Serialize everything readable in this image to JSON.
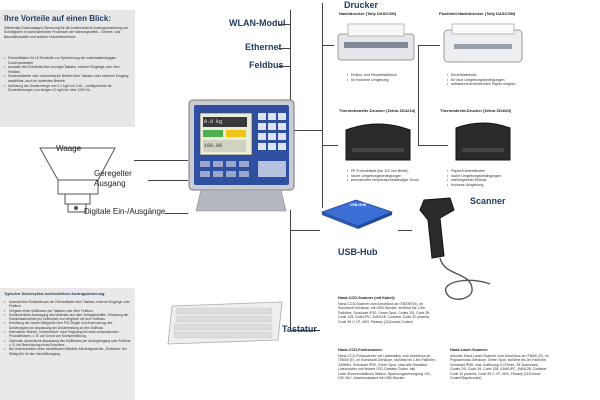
{
  "benefits": {
    "title": "Ihre Vorteile auf einen Blick:",
    "intro": "Differential-Dosierwaagen-Steuerung für die kontinuierliche Austragsdosierung von Schüttgütern in kontinuierlichen Prozessen der Nahrungsmittel-, Chemie- und Baustoffindustrie und anderer Industriebereiche.",
    "items": [
      "Rohstoffdaten für 15 Rohstoffe zur Speicherung der materialabhängigen Dosierparameter",
      "Auswahl des Rohstoffs über Anzeige/Tastatur, externe Eingänge oder über Feldbus",
      "Dosiersollwerte oder volumetrische Betrieb über Tastatur oder externen Eingang anwählbar, auch im laufenden Betrieb",
      "Auflösung der Dosiermenge von 0,1 kg/h bis 1 t/h – konfigurierbar für Dosierleistungen von einigen 10 kg/h bis über 1000 t/h."
    ]
  },
  "labels": {
    "wlan": "WLAN-Modul",
    "ethernet": "Ethernet",
    "fieldbus": "Feldbus",
    "scale": "Waage",
    "regulated_output": "Geregelter Ausgang",
    "digital_io": "Digitale Ein-/Ausgänge",
    "keyboard": "Tastatur",
    "usb_hub": "USB-Hub",
    "printer": "Drucker",
    "scanner": "Scanner",
    "usb_box": "USB-HUB"
  },
  "printers": [
    {
      "title": "Nadeldrucker (Tally DASCOM)",
      "bullets": [
        "Endlos- und Einzelblattdruck",
        "für trockene Umgebung"
      ]
    },
    {
      "title": "Flachbett-Nadeldrucker (Tally DASCOM)",
      "bullets": [
        "Einzelblattdruck",
        "für raue Umgebungsbedingungen",
        "selbstdurchschreibendes Papier möglich"
      ]
    },
    {
      "title": "Thermotransfer-Drucker (Zebra ZD421d)",
      "bullets": [
        "PE-Folienetikett (bis 110 mm Breite)",
        "rauhe Umgebungsbedingungen",
        "permanenter temperaturbeständiger Druck"
      ]
    },
    {
      "title": "Thermodirekt-Drucker (Zebra ZD420t)",
      "bullets": [
        "Papier/Klebeetiketten",
        "rauhe Umgebungsbedingungen",
        "wartungsfreier Einsatz",
        "trockene Umgebung"
      ]
    }
  ],
  "scanners": [
    {
      "title": "Hand-CCD-Scanner (mit Kabel):",
      "text": "Hand-CCD-Scanner zum Anschluss an IT8000E(X), im Kunststoff-Gehäuse, mit USB-Stecker, stoßfest bis 1,5m Fallhöhe, Schutzart IP30, Green Spot. Codes 2/5, Code 39, Code 128, EAN/UPC, EAN128, Codabar, Code 32 pharma, Code 39 C.I.P., MSI, Plessey (1D/Linear-Codes)"
    },
    {
      "title": "Hand-CCD-Funkscanner:",
      "text": "Hand-CCD-Funkscanner mit Ladestation zum Anschluss an IT8000 (E), im Kunststoff-Gehäuse, stoßfest bis 1,8m Fallhöhe, 433MHz, Schutzart IP30, Green Spot. Liest alle Standard-Linearcodes und lineare GS1 Databar Codes, inkl. Lade-/Kommunikations-Station, Spannungsversorgung 100 - 240 VAC, Anschlusskabel mit USB-Stecker"
    },
    {
      "title": "Hand-Laser-Scanner:",
      "text": "robuster Hand-Laser-Scanner zum Anschluss an IT8000 (E), im Polycarbonat-Gehäuse, Green Spot, stoßfest bis 2m Fallhöhe, Schutzart IP65, max. Auflösung 0,076mm, 35 Scans/sek., Codes 2/5, Code 39, Code 128, EAN/UPC, EAN128, Codabar, Code 32 pharma, Code 39 C.I.P., MSI, Plessey (1D/Linear-Codes/Stapelcodes)"
    }
  ],
  "typical": {
    "title": "Typischer Dosierzyklus kontinuierliche Austragsdosierung:",
    "items": [
      "Auswahl des Rohstoffs aus der Rohstoffdatei über Tastatur, externe Eingänge oder Feldbus.",
      "Vorgabe eines Sollflusses per Tastatur oder über Feldbus.",
      "Kontinuierliche Austragung des Materials aus dem Vorlagebehälter, Erfassung der Gewichtsabnahme pro Zeiteinheit und Vergleich mit dem Sollfluss.",
      "Ermittlung der neuen Stellgröße über PID-Regler und Ansteuerung des Dosierorgans zur Anpassung der Dosierleistung an den Sollfluss.",
      "Alternativer Betrieb „Volumetrisch“ ohne Regelung bei stark schwankenden Produktflüssen, z. B. auf Grund von Klumpenbildung.",
      "Optionale dynamische Anpassung des Sollflusses per Analogeingang oder Feldbus z. B. bei Beschickung eines Extruders.",
      "Bei Unterschreiten eines einstellbaren Behälter-Mindestgewichts: „Einfahren“ der Stellgröße für den Nachfüllvorgang."
    ]
  },
  "display": {
    "value_main": "0.0 kg",
    "value_sub": "100.00"
  },
  "colors": {
    "heading": "#1f3a5f",
    "panel": "#e7e7e7",
    "line": "#444444",
    "terminal_blue": "#2f4fa0"
  }
}
